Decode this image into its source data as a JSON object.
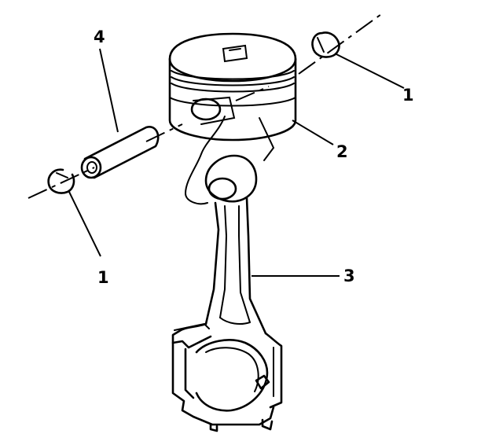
{
  "callouts": [
    {
      "id": "retainer_upper",
      "text": "1"
    },
    {
      "id": "piston",
      "text": "2"
    },
    {
      "id": "connecting_rod",
      "text": "3"
    },
    {
      "id": "piston_pin",
      "text": "4"
    },
    {
      "id": "retainer_lower",
      "text": "1"
    }
  ],
  "colors": {
    "line": "#000000",
    "background": "#ffffff"
  }
}
